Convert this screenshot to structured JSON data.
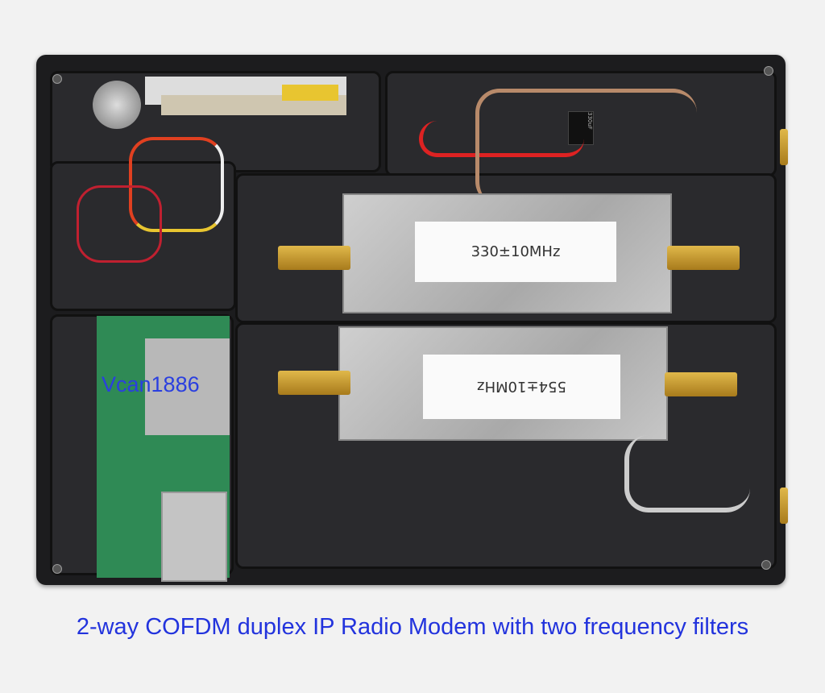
{
  "photo": {
    "filter_top_label": "330±10MHz",
    "filter_bottom_label": "554±10MHz",
    "capacitor_label": "330uF",
    "watermark": "Vcan1886",
    "caption": "2-way COFDM duplex IP Radio Modem with two frequency filters"
  },
  "colors": {
    "caption": "#2233dd",
    "enclosure": "#1c1c1e",
    "pcb": "#2f8a55",
    "connector": "#c9a03a"
  }
}
